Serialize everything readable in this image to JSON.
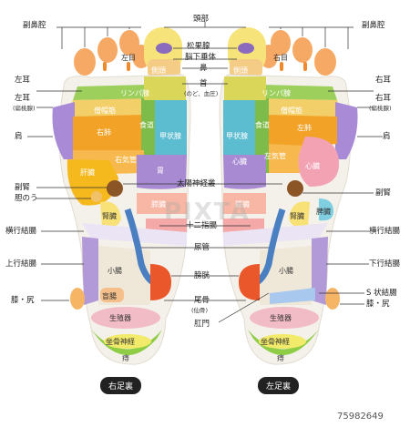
{
  "labels": {
    "fukubiku": "副鼻腔",
    "toubu": "頭部",
    "shoukatai": "松果腺",
    "noukasui": "脳下垂体",
    "hana": "鼻",
    "kubi": "首",
    "kubi_sub": "(のど、血圧)",
    "me": "左目",
    "me_r": "右目",
    "sokutou": "側頭",
    "lymph": "リンパ腺",
    "soubou": "僧帽筋",
    "hai_r": "右肺",
    "hai_l": "左肺",
    "shokudou": "食道",
    "koujousen": "甲状腺",
    "kikan": "右気管",
    "kikan_l": "左気管",
    "kanzou": "肝臓",
    "shinzou": "心臓",
    "i": "胃",
    "taiyou": "太陽神経叢",
    "suizou": "膵臓",
    "jinzou": "腎臓",
    "hizou": "脾臓",
    "juunishi": "十二指腸",
    "nyoukan": "尿管",
    "shouchou": "小腸",
    "boukou": "膀胱",
    "mouchou": "盲腸",
    "bikotsu": "尾骨",
    "bikotsu_sub": "(仙骨)",
    "koumon": "肛門",
    "seishoku": "生殖器",
    "zakotsu": "坐骨神経",
    "ji": "痔",
    "left_mimi": "左耳",
    "left_mimi2": "左耳",
    "left_mimi2_sub": "(扁桃腺)",
    "left_kata": "肩",
    "left_fukujin": "副腎",
    "left_tannou": "胆のう",
    "left_oukou": "横行結腸",
    "left_joukou": "上行結腸",
    "left_hiza": "膝・尻",
    "right_mimi": "右耳",
    "right_mimi2": "右耳",
    "right_mimi2_sub": "(扁桃腺)",
    "right_kata": "肩",
    "right_fukujin": "副腎",
    "right_oukou": "横行結腸",
    "right_kakou": "下行結腸",
    "right_sjou": "S 状結腸",
    "right_hiza": "膝・尻",
    "fukubiku_r": "副鼻腔"
  },
  "captions": {
    "right_sole": "右足裏",
    "left_sole": "左足裏"
  },
  "watermark": "PIXTA",
  "stock_id": "75982649"
}
